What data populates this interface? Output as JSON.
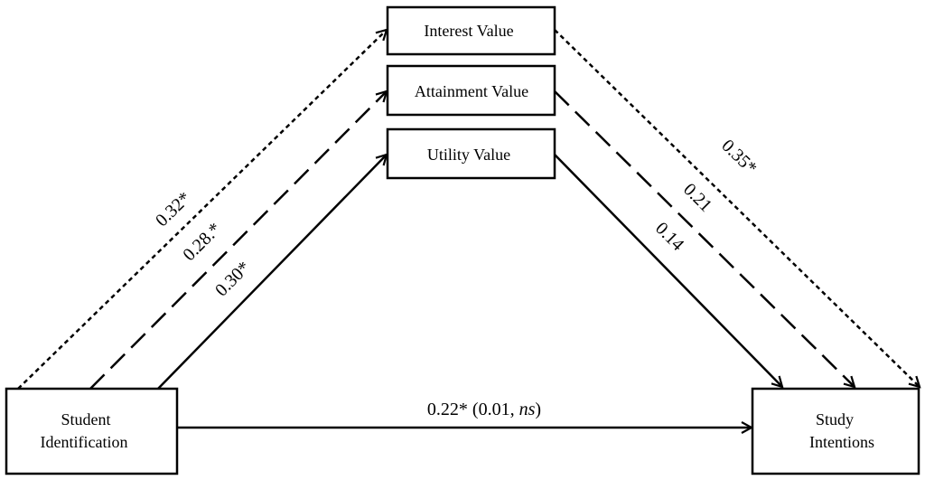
{
  "colors": {
    "line": "#000000",
    "box_fill": "#ffffff",
    "text": "#000000"
  },
  "nodes": {
    "interest_value": "Interest Value",
    "attainment_value": "Attainment Value",
    "utility_value": "Utility Value",
    "student_identification": [
      "Student",
      "Identification"
    ],
    "study_intentions": [
      "Study",
      "Intentions"
    ]
  },
  "paths": {
    "si_to_interest": "0.32*",
    "si_to_attainment": "0.28.*",
    "si_to_utility": "0.30*",
    "interest_to_si_out": "0.35*",
    "attainment_to_si_out": "0.21",
    "utility_to_si_out": "0.14",
    "direct": {
      "prefix": "0.22* (0.01, ",
      "italic": "ns",
      "suffix": ")"
    }
  }
}
